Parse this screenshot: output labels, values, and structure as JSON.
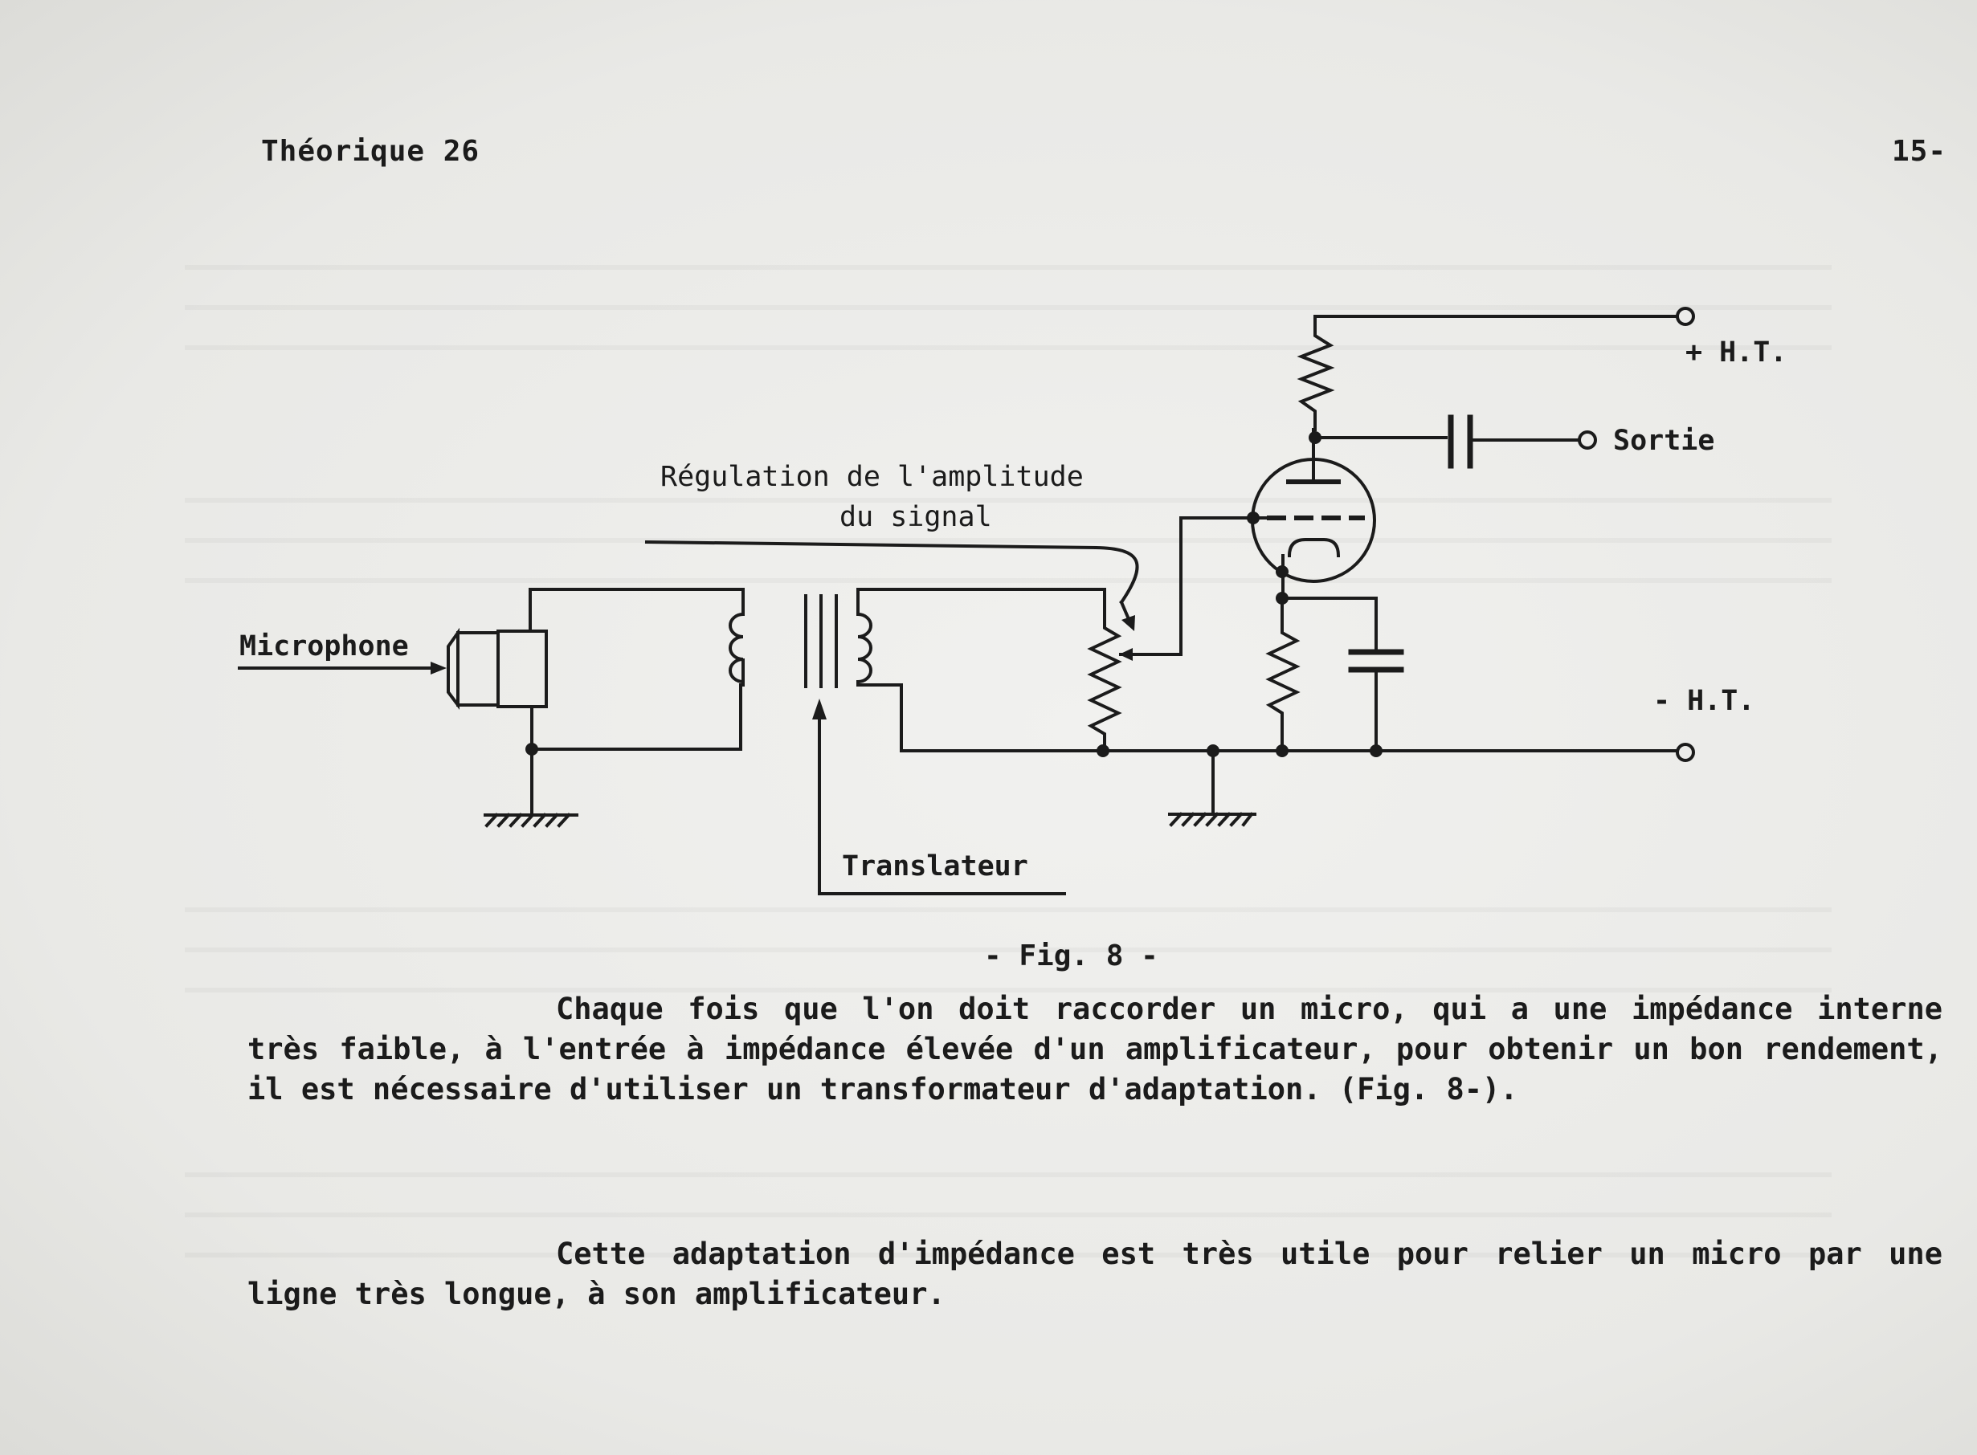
{
  "header": {
    "left": "Théorique 26",
    "right": "15-"
  },
  "figure": {
    "label_regulation_line1": "Régulation de l'amplitude",
    "label_regulation_line2": "du signal",
    "label_microphone": "Microphone",
    "label_translateur": "Translateur",
    "label_plus_ht": "+ H.T.",
    "label_minus_ht": "- H.T.",
    "label_sortie": "Sortie",
    "caption": "- Fig. 8 -"
  },
  "body": {
    "paragraph1": "Chaque fois que l'on doit raccorder un micro, qui a une impédance interne très faible, à l'entrée à impédance élevée d'un amplificateur, pour obtenir un bon rendement, il est nécessaire d'utiliser un transformateur d'adaptation. (Fig. 8-).",
    "paragraph2": "Cette adaptation d'impédance est très utile pour relier un micro par une ligne très longue, à son amplificateur."
  }
}
